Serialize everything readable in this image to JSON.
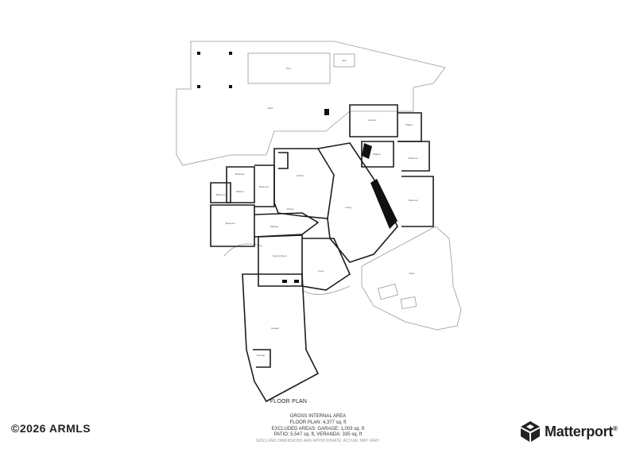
{
  "floor_plan_title": "FLOOR PLAN",
  "stats": {
    "heading": "GROSS INTERNAL AREA",
    "floor_plan": "FLOOR PLAN: 4,377 sq. ft",
    "excluded": "EXCLUDED AREAS: GARAGE: 1,003 sq. ft",
    "patio": "PATIO: 5,547 sq. ft, VERANDA: 335 sq. ft",
    "disclaimer": "SIZES AND DIMENSIONS ARE APPROXIMATE, ACTUAL MAY VARY."
  },
  "copyright": "2026 ARMLS",
  "brand": {
    "name": "Matterport",
    "mark": "®",
    "icon": "matterport-cube-icon",
    "color": "#222222"
  },
  "rooms": {
    "pool": "Pool",
    "spa": "Spa",
    "patio_top": "Patio",
    "laundry": "Laundry",
    "walkin_1": "Walk-In",
    "walkin_2": "Walk-In",
    "bedroom_1": "Bedroom",
    "bedroom_2": "Bedroom",
    "bedroom_3": "Bedroom",
    "bedroom_4": "Bedroom",
    "bedroom_5": "Bedroom",
    "bathroom": "Bathroom",
    "walkin_3": "Walk-In",
    "kitchen": "Kitchen",
    "living": "Living",
    "dining": "Dining",
    "hallway": "Hallway",
    "family": "Family Room",
    "foyer": "Foyer",
    "patio_right": "Patio",
    "garage": "Garage",
    "storage": "Storage"
  }
}
